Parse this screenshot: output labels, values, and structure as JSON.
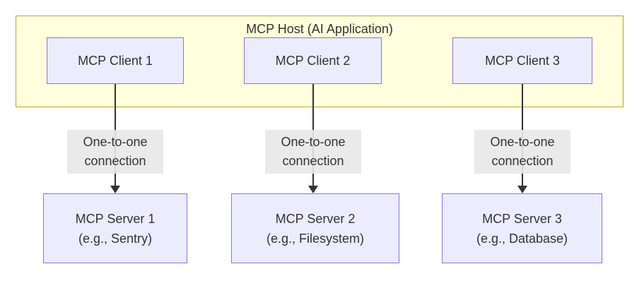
{
  "diagram": {
    "host": {
      "label": "MCP Host (AI Application)"
    },
    "clients": [
      {
        "label": "MCP Client 1"
      },
      {
        "label": "MCP Client 2"
      },
      {
        "label": "MCP Client 3"
      }
    ],
    "connections": [
      {
        "line1": "One-to-one",
        "line2": "connection"
      },
      {
        "line1": "One-to-one",
        "line2": "connection"
      },
      {
        "line1": "One-to-one",
        "line2": "connection"
      }
    ],
    "servers": [
      {
        "title": "MCP Server 1",
        "subtitle": "(e.g., Sentry)"
      },
      {
        "title": "MCP Server 2",
        "subtitle": "(e.g., Filesystem)"
      },
      {
        "title": "MCP Server 3",
        "subtitle": "(e.g., Database)"
      }
    ],
    "colors": {
      "host_fill": "#ffffde",
      "host_stroke": "#aaaa33",
      "node_fill": "#ececff",
      "node_stroke": "#9370db",
      "edge_label_bg": "#e8e8e8",
      "line_color": "#333333",
      "text_color": "#333333"
    }
  }
}
